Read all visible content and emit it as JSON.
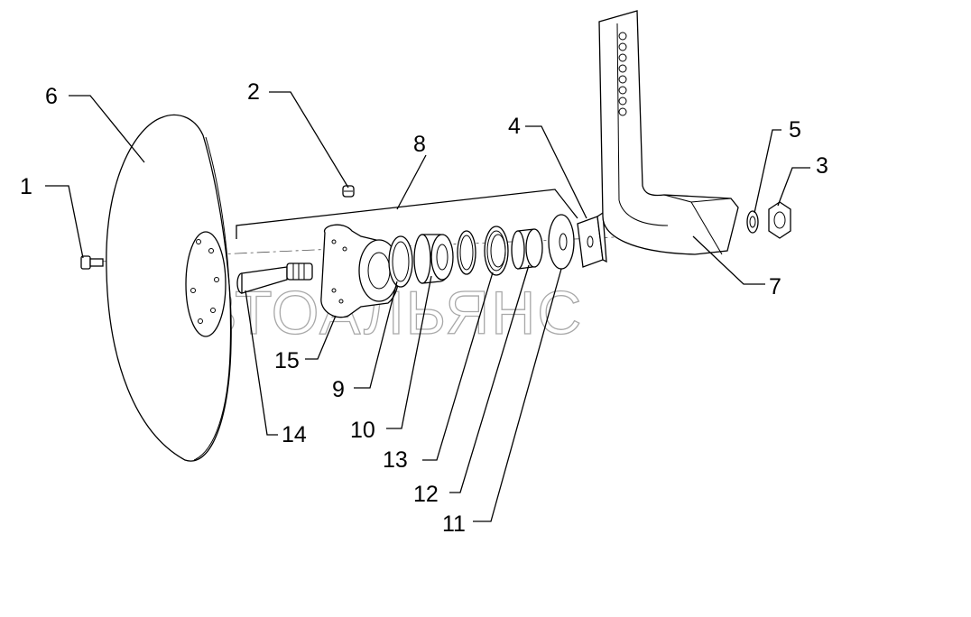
{
  "callouts": {
    "c1": "1",
    "c2": "2",
    "c3": "3",
    "c4": "4",
    "c5": "5",
    "c6": "6",
    "c7": "7",
    "c8": "8",
    "c9": "9",
    "c10": "10",
    "c11": "11",
    "c12": "12",
    "c13": "13",
    "c14": "14",
    "c15": "15"
  },
  "watermark": "АВТОАЛЬЯНС",
  "colors": {
    "line": "#000000",
    "watermark": "#a8a8a8",
    "background": "#ffffff"
  }
}
